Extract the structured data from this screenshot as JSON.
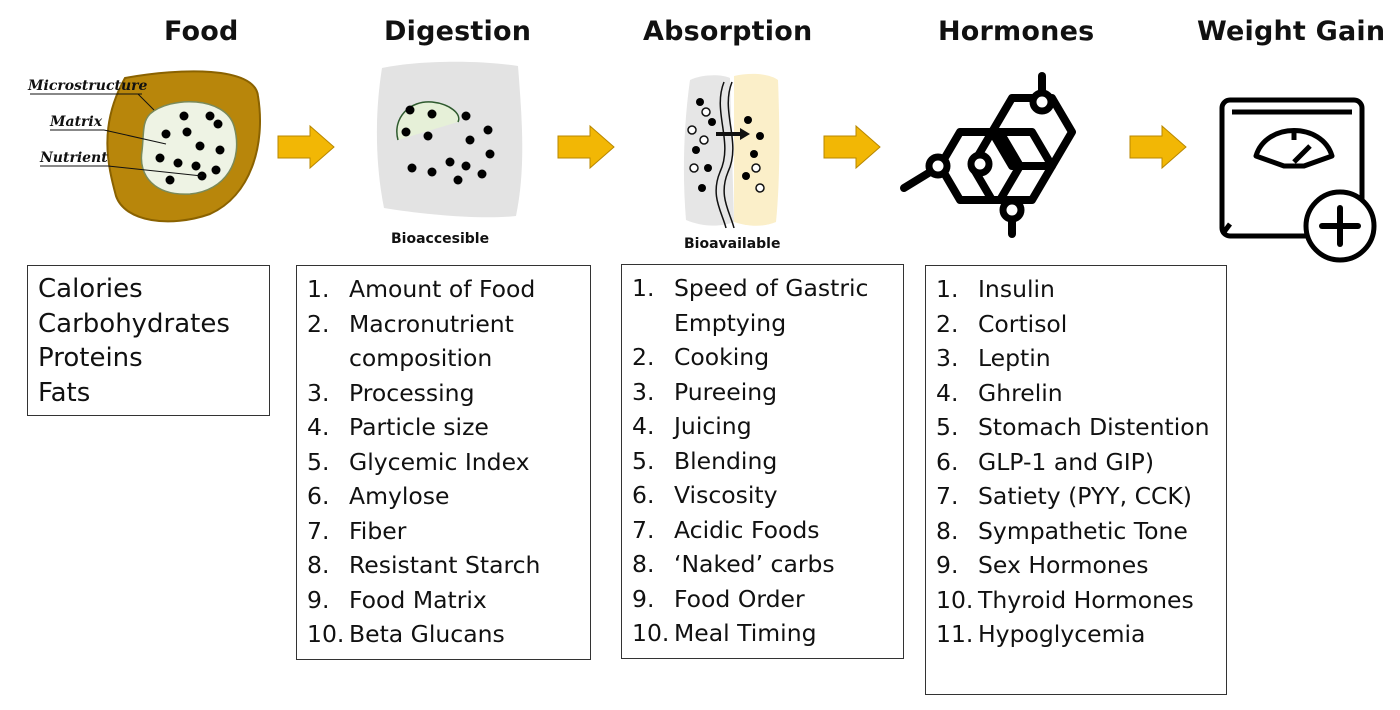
{
  "stages": [
    {
      "title": "Food"
    },
    {
      "title": "Digestion"
    },
    {
      "title": "Absorption"
    },
    {
      "title": "Hormones"
    },
    {
      "title": "Weight Gain"
    }
  ],
  "food_illustration": {
    "labels": [
      "Microstructure",
      "Matrix",
      "Nutrient"
    ],
    "colors": {
      "outer": "#b8860b",
      "matrix": "#eef3e4",
      "nutrient": "#000000"
    }
  },
  "digestion_illustration": {
    "caption": "Bioaccesible"
  },
  "absorption_illustration": {
    "caption": "Bioavailable"
  },
  "arrow_color": "#f2b705",
  "food_box": {
    "items": [
      "Calories",
      "Carbohydrates",
      "Proteins",
      "Fats"
    ]
  },
  "digestion_box": {
    "items": [
      {
        "n": "1.",
        "t": "Amount of Food"
      },
      {
        "n": "2.",
        "t": "Macronutrient composition"
      },
      {
        "n": "3.",
        "t": "Processing"
      },
      {
        "n": "4.",
        "t": "Particle size"
      },
      {
        "n": "5.",
        "t": "Glycemic Index"
      },
      {
        "n": "6.",
        "t": "Amylose"
      },
      {
        "n": "7.",
        "t": "Fiber"
      },
      {
        "n": "8.",
        "t": "Resistant Starch"
      },
      {
        "n": "9.",
        "t": "Food Matrix"
      },
      {
        "n": "10.",
        "t": "Beta Glucans"
      }
    ]
  },
  "absorption_box": {
    "items": [
      {
        "n": "1.",
        "t": "Speed of Gastric Emptying"
      },
      {
        "n": "2.",
        "t": "Cooking"
      },
      {
        "n": "3.",
        "t": "Pureeing"
      },
      {
        "n": "4.",
        "t": "Juicing"
      },
      {
        "n": "5.",
        "t": "Blending"
      },
      {
        "n": "6.",
        "t": "Viscosity"
      },
      {
        "n": "7.",
        "t": "Acidic Foods"
      },
      {
        "n": "8.",
        "t": "‘Naked’ carbs"
      },
      {
        "n": "9.",
        "t": "Food Order"
      },
      {
        "n": "10.",
        "t": "Meal Timing"
      }
    ]
  },
  "hormones_box": {
    "items": [
      {
        "n": "1.",
        "t": "Insulin"
      },
      {
        "n": "2.",
        "t": "Cortisol"
      },
      {
        "n": "3.",
        "t": "Leptin"
      },
      {
        "n": "4.",
        "t": "Ghrelin"
      },
      {
        "n": "5.",
        "t": "Stomach Distention"
      },
      {
        "n": "6.",
        "t": "GLP-1 and GIP)"
      },
      {
        "n": "7.",
        "t": "Satiety (PYY, CCK)"
      },
      {
        "n": "8.",
        "t": "Sympathetic Tone"
      },
      {
        "n": "9.",
        "t": "Sex Hormones"
      },
      {
        "n": "10.",
        "t": "Thyroid Hormones"
      },
      {
        "n": "11.",
        "t": "Hypoglycemia"
      }
    ]
  },
  "icons": {
    "hormones": "molecule-icon",
    "weight_gain": "scale-plus-icon"
  }
}
